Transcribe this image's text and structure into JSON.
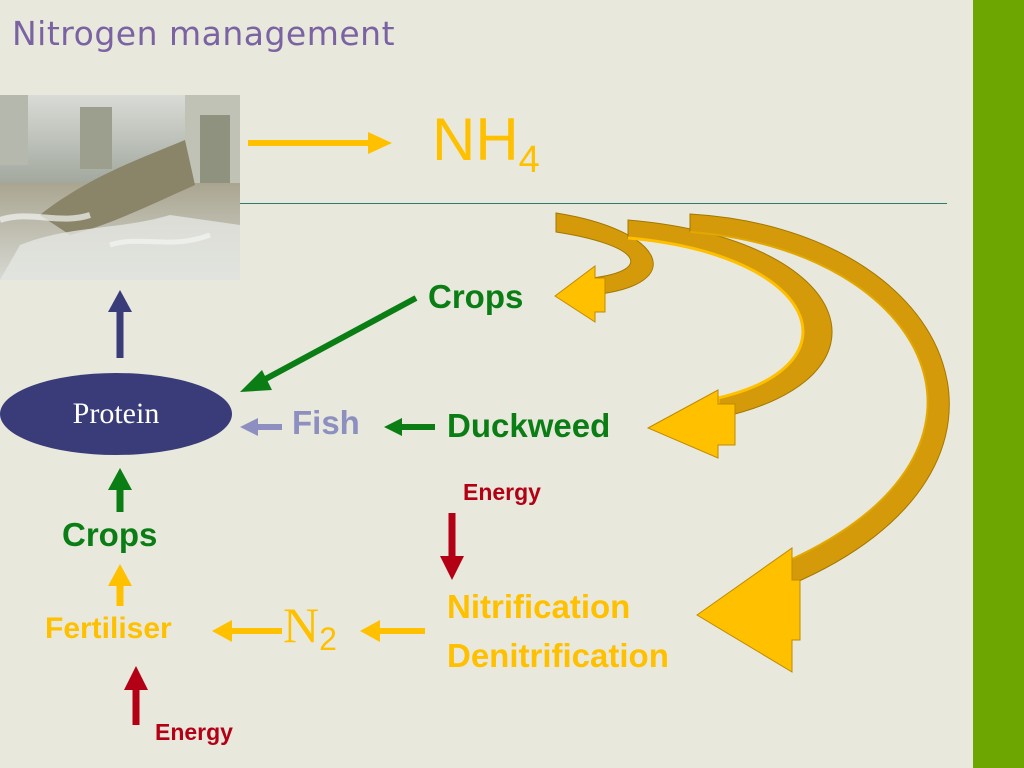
{
  "title": "Nitrogen management",
  "nodes": {
    "nh4": {
      "main": "NH",
      "sub": "4"
    },
    "crops_top": "Crops",
    "duckweed": "Duckweed",
    "fish": "Fish",
    "protein": "Protein",
    "crops_left": "Crops",
    "fertiliser": "Fertiliser",
    "n2": {
      "main": "N",
      "sub": "2"
    },
    "energy_mid": "Energy",
    "energy_bottom": "Energy",
    "nitrification": "Nitrification",
    "denitrification": "Denitrification"
  },
  "colors": {
    "background": "#e8e9dc",
    "side_bar": "#6ea600",
    "title": "#7b63a3",
    "yellow": "#ffc000",
    "green": "#0b7d15",
    "purple": "#3a3c79",
    "lavender": "#8c8fbf",
    "red": "#b30015"
  },
  "photo": {
    "description_icon": "wastewater-photo"
  }
}
